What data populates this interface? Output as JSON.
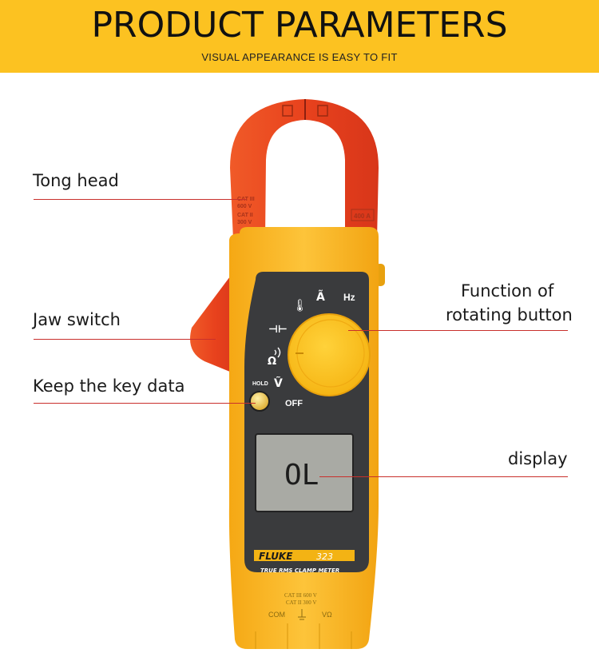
{
  "header": {
    "title": "PRODUCT PARAMETERS",
    "subtitle": "VISUAL APPEARANCE IS EASY TO FIT"
  },
  "callouts": {
    "tong_head": "Tong head",
    "jaw_switch": "Jaw switch",
    "keep_key_data": "Keep the key data",
    "function_line1": "Function of",
    "function_line2": "rotating button",
    "display": "display"
  },
  "meter": {
    "jaw_left_rating1": "CAT III",
    "jaw_left_rating2": "600 V",
    "jaw_left_rating3": "CAT II",
    "jaw_left_rating4": "300 V",
    "jaw_right_rating": "400 A",
    "dial_temp_symbol": "🌡",
    "dial_amps": "Ã",
    "dial_hz": "Hz",
    "dial_capacitance": "⊣⊢",
    "dial_ohms": "Ω",
    "dial_volts": "Ṽ",
    "dial_off": "OFF",
    "hold_label": "HOLD",
    "lcd_reading": "OL",
    "brand": "FLUKE",
    "model": "323",
    "product_line": "TRUE RMS CLAMP METER",
    "port_rating1": "CAT III 600 V",
    "port_rating2": "CAT II 300 V",
    "port_com": "COM",
    "port_vohm": "VΩ"
  },
  "colors": {
    "banner": "#fcc221",
    "meter_body": "#f7b21d",
    "jaw": "#e8421d",
    "panel": "#3a3b3d",
    "lcd": "#a9aaa4",
    "callout_line": "#c9302c"
  }
}
